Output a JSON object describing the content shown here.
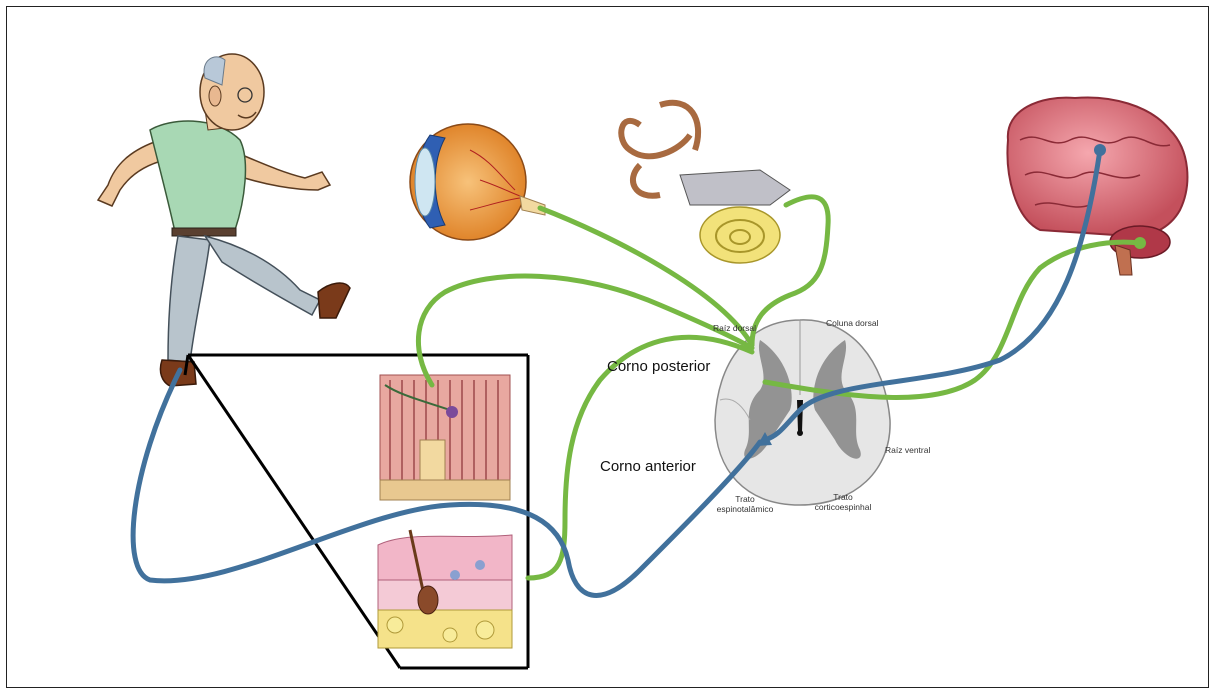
{
  "labels": {
    "corno_posterior": "Corno posterior",
    "corno_anterior": "Corno anterior",
    "raiz_dorsal": "Raíz dorsal",
    "coluna_dorsal": "Coluna dorsal",
    "raiz_ventral": "Raíz ventral",
    "trato_espinotalamico_1": "Trato",
    "trato_espinotalamico_2": "espinotalâmico",
    "trato_corticoespinhal_1": "Trato",
    "trato_corticoespinhal_2": "corticoespinhal"
  },
  "colors": {
    "sensory_pathway": "#76b843",
    "motor_pathway": "#41719c",
    "frame": "#222222"
  },
  "icons": [
    "walking-man-icon",
    "eye-icon",
    "inner-ear-icon",
    "brain-icon",
    "spinal-cord-icon",
    "muscle-spindle-icon",
    "skin-section-icon"
  ]
}
